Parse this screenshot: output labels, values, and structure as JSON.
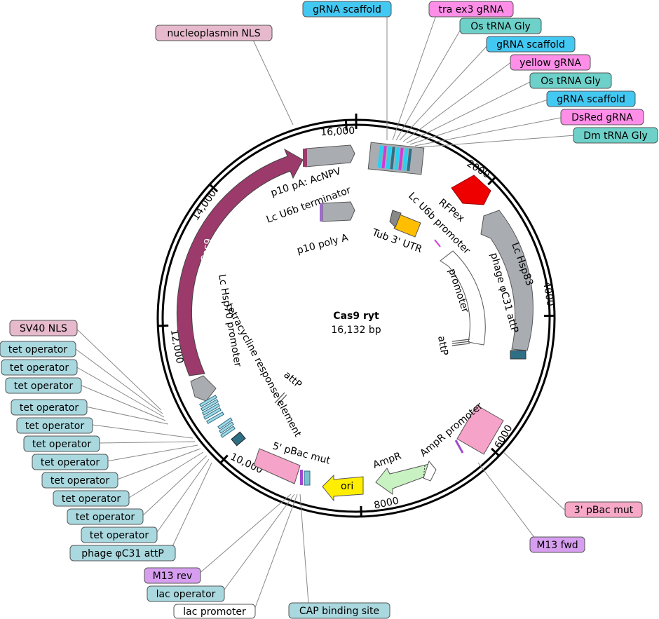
{
  "map": {
    "name": "Cas9 ryt",
    "length": "16,132 bp"
  },
  "ticks": [
    "2000",
    "4000",
    "6000",
    "8000",
    "10,000",
    "12,000",
    "14,000",
    "16,000"
  ],
  "colors": {
    "cas9": "#9b3a6b",
    "gray": "#a9adb2",
    "rfp": "#ee0000",
    "teal": "#2f6f86",
    "pink": "#f6a3c9",
    "green": "#c9f2c2",
    "yellow": "#ffee00",
    "orange": "#ffbf00",
    "magenta": "#d23ad6",
    "cyan": "#29d0f0",
    "lilac": "#d9a4e8",
    "nls_fill": "#e6b9cc",
    "tet_fill": "#a9d8df",
    "scaffold_fill": "#43c8f2",
    "grna_fill": "#ff8ee8",
    "trna_fill": "#6dd1c9",
    "m13_fill": "#d79ef0",
    "pbac_fill": "#f6a8c6"
  },
  "inner_labels": {
    "p10_pa": "p10 pA: AcNPV",
    "lc_u6b_term": "Lc U6b terminator",
    "p10_polya": "p10 poly A",
    "tub_utr": "Tub 3' UTR",
    "lc_u6b_prom": "Lc U6b promoter",
    "rfpex": "RFPex",
    "lc_hsp83": "Lc Hsp83",
    "phage_attp": "phage φC31 attP",
    "promoter": "promoter",
    "attp_right": "attP",
    "cas9": "Cas9",
    "lc_hsp70": "Lc Hsp70 promoter",
    "tre": "tetracycline response element",
    "attp_left": "attP",
    "pbac5": "5' pBac mut",
    "ampr_prom": "AmpR promoter",
    "ampr": "AmpR",
    "ori": "ori"
  },
  "callouts": {
    "grna_scaffold_1": "gRNA scaffold",
    "tra_ex3": "tra ex3 gRNA",
    "os_trna_1": "Os tRNA Gly",
    "grna_scaffold_2": "gRNA scaffold",
    "yellow_grna": "yellow gRNA",
    "os_trna_2": "Os tRNA Gly",
    "grna_scaffold_3": "gRNA scaffold",
    "dsred_grna": "DsRed gRNA",
    "dm_trna": "Dm tRNA Gly",
    "nucleoplasmin": "nucleoplasmin NLS",
    "sv40": "SV40 NLS",
    "tet_operator": "tet operator",
    "phage_attp_box": "phage φC31 attP",
    "m13_rev": "M13 rev",
    "lac_operator": "lac operator",
    "lac_promoter": "lac promoter",
    "cap": "CAP binding site",
    "pbac3": "3' pBac mut",
    "m13_fwd": "M13 fwd"
  }
}
